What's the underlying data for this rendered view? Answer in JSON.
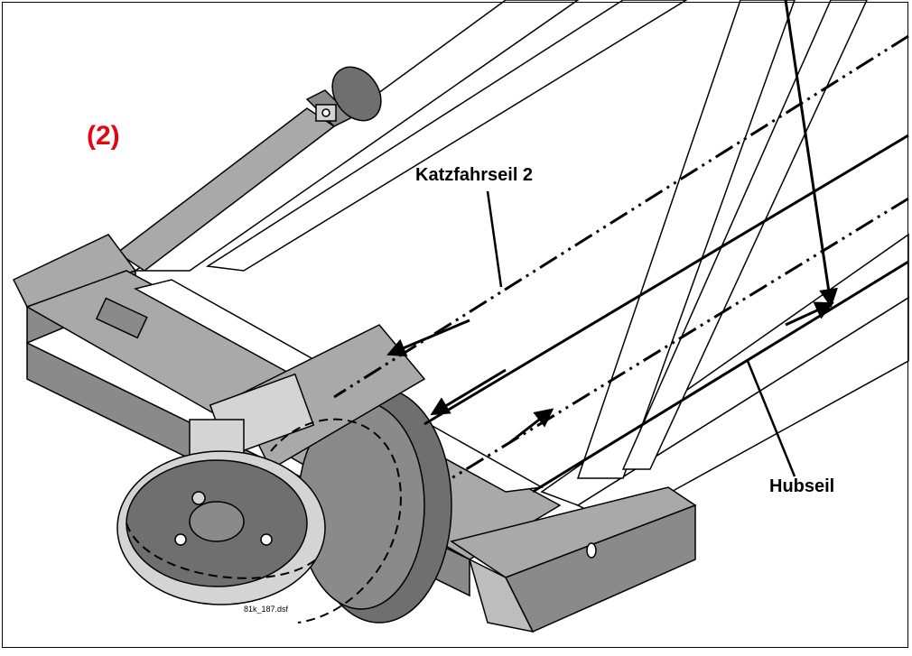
{
  "figure": {
    "number_label": "(2)",
    "file_code": "81k_187.dsf",
    "colors": {
      "part_gray": "#a9a9a9",
      "part_dark": "#6f6f6f",
      "part_light": "#d4d4d4",
      "outline": "#000000",
      "number_label_red": "#e30613"
    },
    "callouts": {
      "trolley_rope": "Katzfahrseil 2",
      "hoist_rope": "Hubseil"
    }
  }
}
